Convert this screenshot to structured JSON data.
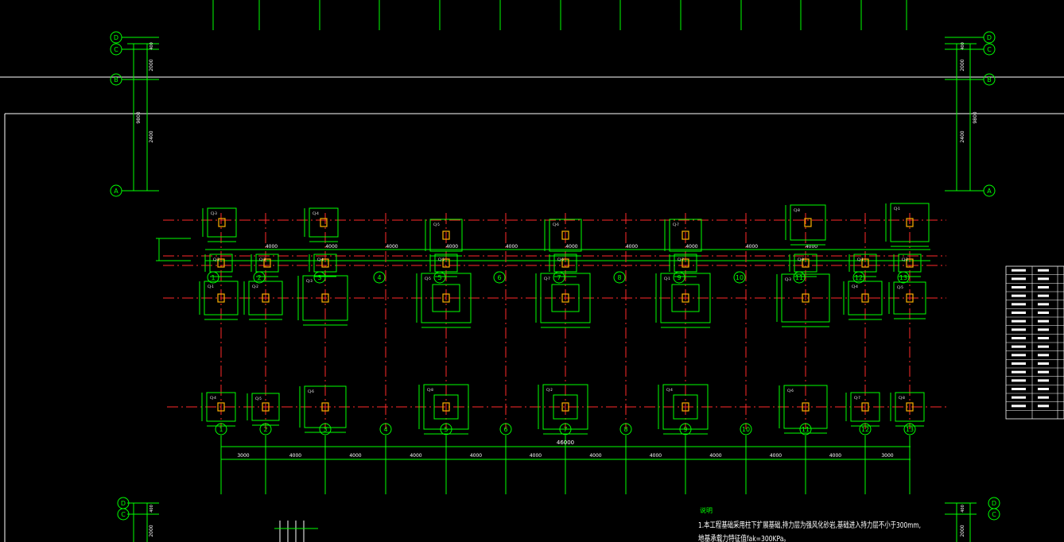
{
  "colors": {
    "background": "#000000",
    "grid_line": "#ff2a2a",
    "structure": "#00ff00",
    "dimension": "#ffffff",
    "column": "#ffb000"
  },
  "axes": {
    "numbers": [
      "1",
      "2",
      "3",
      "4",
      "5",
      "6",
      "7",
      "8",
      "9",
      "10",
      "11",
      "12",
      "13"
    ],
    "letters": [
      "D",
      "C",
      "B",
      "A"
    ]
  },
  "dimensions": {
    "bays": [
      "3000",
      "4000",
      "4000",
      "4000",
      "4000",
      "4000",
      "4000",
      "4000",
      "4000",
      "4000",
      "4000",
      "3000"
    ],
    "total": "46000",
    "side_upper": "2000",
    "side_mid": "2400",
    "side_total": "9800",
    "side_small": "400"
  },
  "footing_labels": [
    "CJ-1",
    "CJ-2",
    "CJ-3",
    "CJ-4",
    "CJ-5",
    "CJ-6",
    "CJ-7",
    "CJ-8"
  ],
  "notes": {
    "heading": "说明",
    "line1": "1.本工程基础采用柱下扩展基础,持力层为强风化砂岩,基础进入持力层不小于300mm,",
    "line2": "地基承载力特征值fak=300KPa。"
  },
  "schedule": {
    "rows": 18
  }
}
